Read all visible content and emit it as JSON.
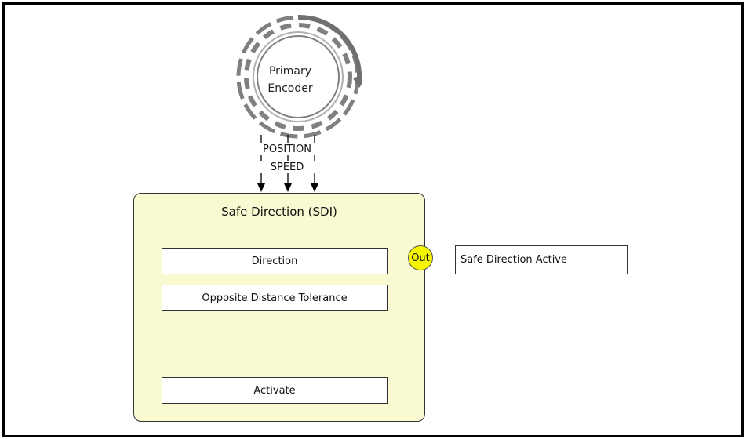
{
  "encoder": {
    "label_line1": "Primary",
    "label_line2": "Encoder"
  },
  "signals": {
    "line1": "POSITION",
    "line2": "SPEED"
  },
  "block": {
    "title": "Safe Direction (SDI)",
    "params": [
      "Direction",
      "Opposite Distance Tolerance",
      "Activate"
    ],
    "out_port_label": "Out"
  },
  "output": {
    "label": "Safe Direction Active"
  },
  "colors": {
    "block_fill": "#fafad2",
    "port_fill": "#f5f500",
    "encoder_gray": "#808080"
  }
}
